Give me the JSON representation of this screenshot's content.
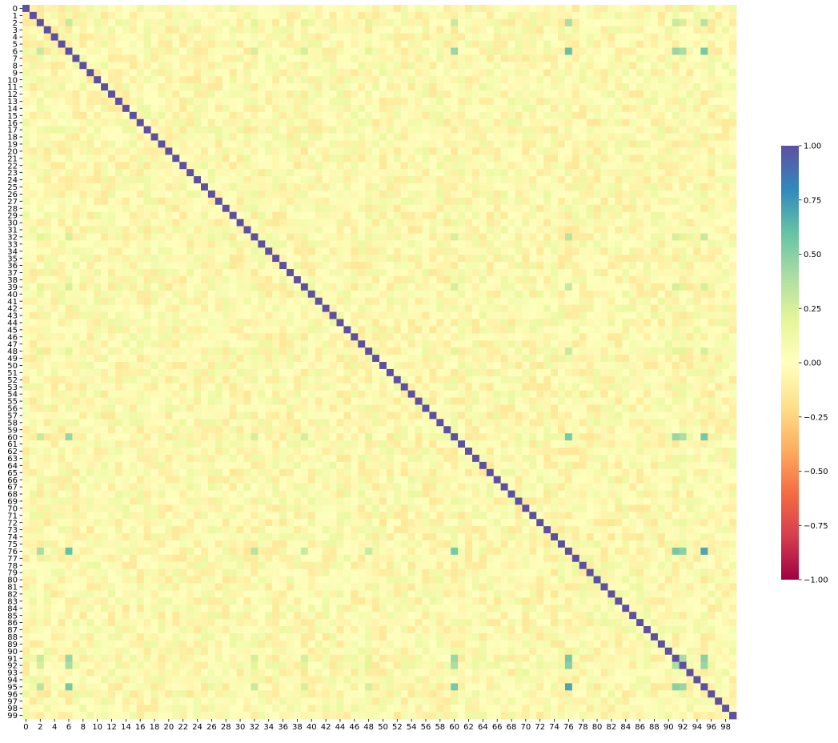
{
  "chart_data": {
    "type": "heatmap",
    "title": "",
    "xlabel": "",
    "ylabel": "",
    "n": 100,
    "x_tick_labels": [
      "0",
      "2",
      "4",
      "6",
      "8",
      "10",
      "12",
      "14",
      "16",
      "18",
      "20",
      "22",
      "24",
      "26",
      "28",
      "30",
      "32",
      "34",
      "36",
      "38",
      "40",
      "42",
      "44",
      "46",
      "48",
      "50",
      "52",
      "54",
      "56",
      "58",
      "60",
      "62",
      "64",
      "66",
      "68",
      "70",
      "72",
      "74",
      "76",
      "78",
      "80",
      "82",
      "84",
      "86",
      "88",
      "90",
      "92",
      "94",
      "96",
      "98"
    ],
    "y_tick_labels": [
      "0",
      "1",
      "2",
      "3",
      "4",
      "5",
      "6",
      "7",
      "8",
      "9",
      "10",
      "11",
      "12",
      "13",
      "14",
      "15",
      "16",
      "17",
      "18",
      "19",
      "20",
      "21",
      "22",
      "23",
      "24",
      "25",
      "26",
      "27",
      "28",
      "29",
      "30",
      "31",
      "32",
      "33",
      "34",
      "35",
      "36",
      "37",
      "38",
      "39",
      "40",
      "41",
      "42",
      "43",
      "44",
      "45",
      "46",
      "47",
      "48",
      "49",
      "50",
      "51",
      "52",
      "53",
      "54",
      "55",
      "56",
      "57",
      "58",
      "59",
      "60",
      "61",
      "62",
      "63",
      "64",
      "65",
      "66",
      "67",
      "68",
      "69",
      "70",
      "71",
      "72",
      "73",
      "74",
      "75",
      "76",
      "77",
      "78",
      "79",
      "80",
      "81",
      "82",
      "83",
      "84",
      "85",
      "86",
      "87",
      "88",
      "89",
      "90",
      "91",
      "92",
      "93",
      "94",
      "95",
      "96",
      "97",
      "98",
      "99"
    ],
    "value_range": [
      -1.0,
      1.0
    ],
    "colormap": "Spectral",
    "diagonal_value": 1.0,
    "background_range": [
      -0.15,
      0.15
    ],
    "correlated_group": {
      "indices": [
        2,
        6,
        32,
        39,
        48,
        60,
        76,
        91,
        92,
        95
      ],
      "values": [
        [
          1.0,
          0.3,
          0.2,
          0.2,
          0.2,
          0.3,
          0.4,
          0.3,
          0.25,
          0.35
        ],
        [
          0.3,
          1.0,
          0.25,
          0.25,
          0.2,
          0.45,
          0.6,
          0.45,
          0.4,
          0.55
        ],
        [
          0.2,
          0.25,
          1.0,
          0.15,
          0.15,
          0.25,
          0.35,
          0.25,
          0.2,
          0.3
        ],
        [
          0.2,
          0.25,
          0.15,
          1.0,
          0.15,
          0.25,
          0.3,
          0.25,
          0.2,
          0.25
        ],
        [
          0.2,
          0.2,
          0.15,
          0.15,
          1.0,
          0.2,
          0.3,
          0.2,
          0.2,
          0.25
        ],
        [
          0.3,
          0.45,
          0.25,
          0.25,
          0.2,
          1.0,
          0.55,
          0.45,
          0.4,
          0.55
        ],
        [
          0.4,
          0.6,
          0.35,
          0.3,
          0.3,
          0.55,
          1.0,
          0.55,
          0.5,
          0.7
        ],
        [
          0.3,
          0.45,
          0.25,
          0.25,
          0.2,
          0.45,
          0.55,
          1.0,
          0.4,
          0.5
        ],
        [
          0.25,
          0.4,
          0.2,
          0.2,
          0.2,
          0.4,
          0.5,
          0.4,
          1.0,
          0.45
        ],
        [
          0.35,
          0.55,
          0.3,
          0.25,
          0.25,
          0.55,
          0.7,
          0.5,
          0.45,
          1.0
        ]
      ]
    },
    "colorbar": {
      "tick_values": [
        1.0,
        0.75,
        0.5,
        0.25,
        0.0,
        -0.25,
        -0.5,
        -0.75,
        -1.0
      ],
      "tick_labels": [
        "1.00",
        "0.75",
        "0.50",
        "0.25",
        "0.00",
        "−0.25",
        "−0.50",
        "−0.75",
        "−1.00"
      ]
    },
    "grid": false,
    "legend": "colorbar-right"
  },
  "colors": {
    "colormap_stops": [
      "#9e0142",
      "#d53e4f",
      "#f46d43",
      "#fdae61",
      "#fee08b",
      "#ffffbf",
      "#e6f598",
      "#abdda4",
      "#66c2a5",
      "#3288bd",
      "#5e4fa2"
    ],
    "tick": "#000000",
    "background": "#ffffff"
  }
}
